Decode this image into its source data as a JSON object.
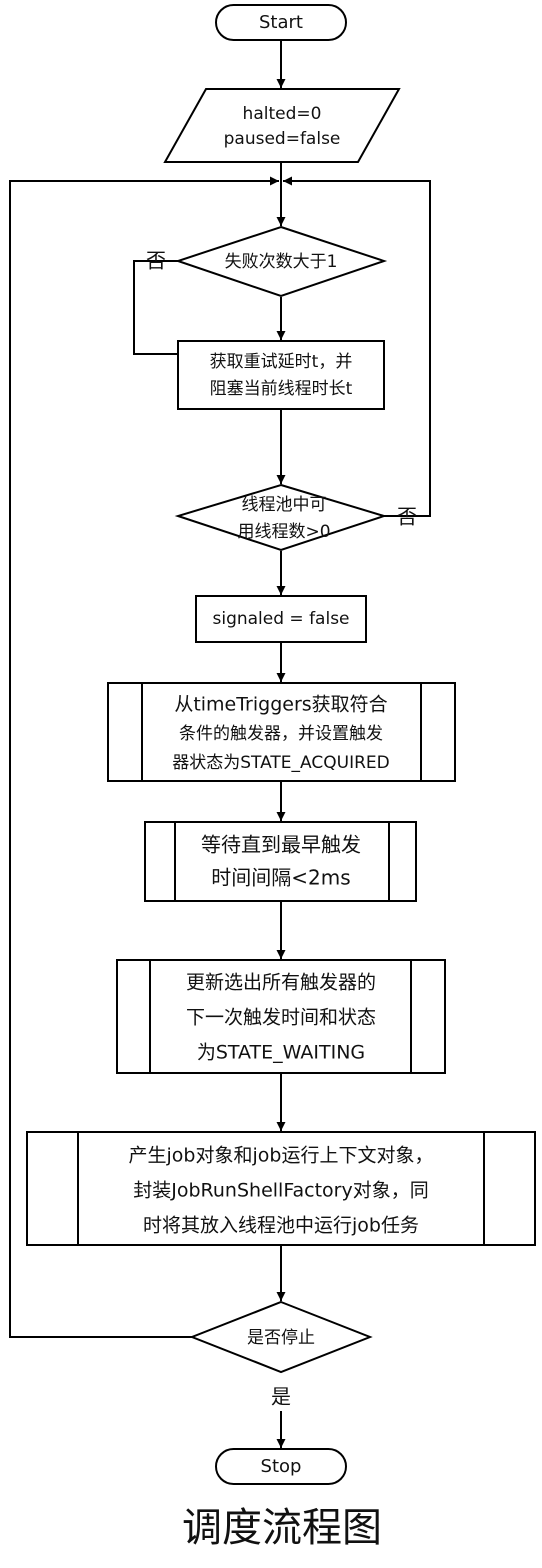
{
  "nodes": {
    "start": {
      "label": "Start"
    },
    "init": {
      "lines": [
        "halted=0",
        "paused=false"
      ]
    },
    "fail_check": {
      "label": "失败次数大于1"
    },
    "retry_delay": {
      "lines": [
        "获取重试延时t，并",
        "阻塞当前线程时长t"
      ]
    },
    "threads_check": {
      "lines": [
        "线程池中可",
        "用线程数>0"
      ]
    },
    "signaled": {
      "label": "signaled = false"
    },
    "acquire": {
      "lines": [
        "从timeTriggers获取符合",
        "条件的触发器，并设置触发",
        "器状态为STATE_ACQUIRED"
      ]
    },
    "wait": {
      "lines": [
        "等待直到最早触发",
        "时间间隔<2ms"
      ]
    },
    "update": {
      "lines": [
        "更新选出所有触发器的",
        "下一次触发时间和状态",
        "为STATE_WAITING"
      ]
    },
    "produce": {
      "lines": [
        "产生job对象和job运行上下文对象，",
        "封装JobRunShellFactory对象，同",
        "时将其放入线程池中运行job任务"
      ]
    },
    "stop_check": {
      "label": "是否停止"
    },
    "stop": {
      "label": "Stop"
    }
  },
  "edge_labels": {
    "fail_no": "否",
    "threads_no": "否",
    "stop_yes": "是"
  },
  "caption": "调度流程图"
}
